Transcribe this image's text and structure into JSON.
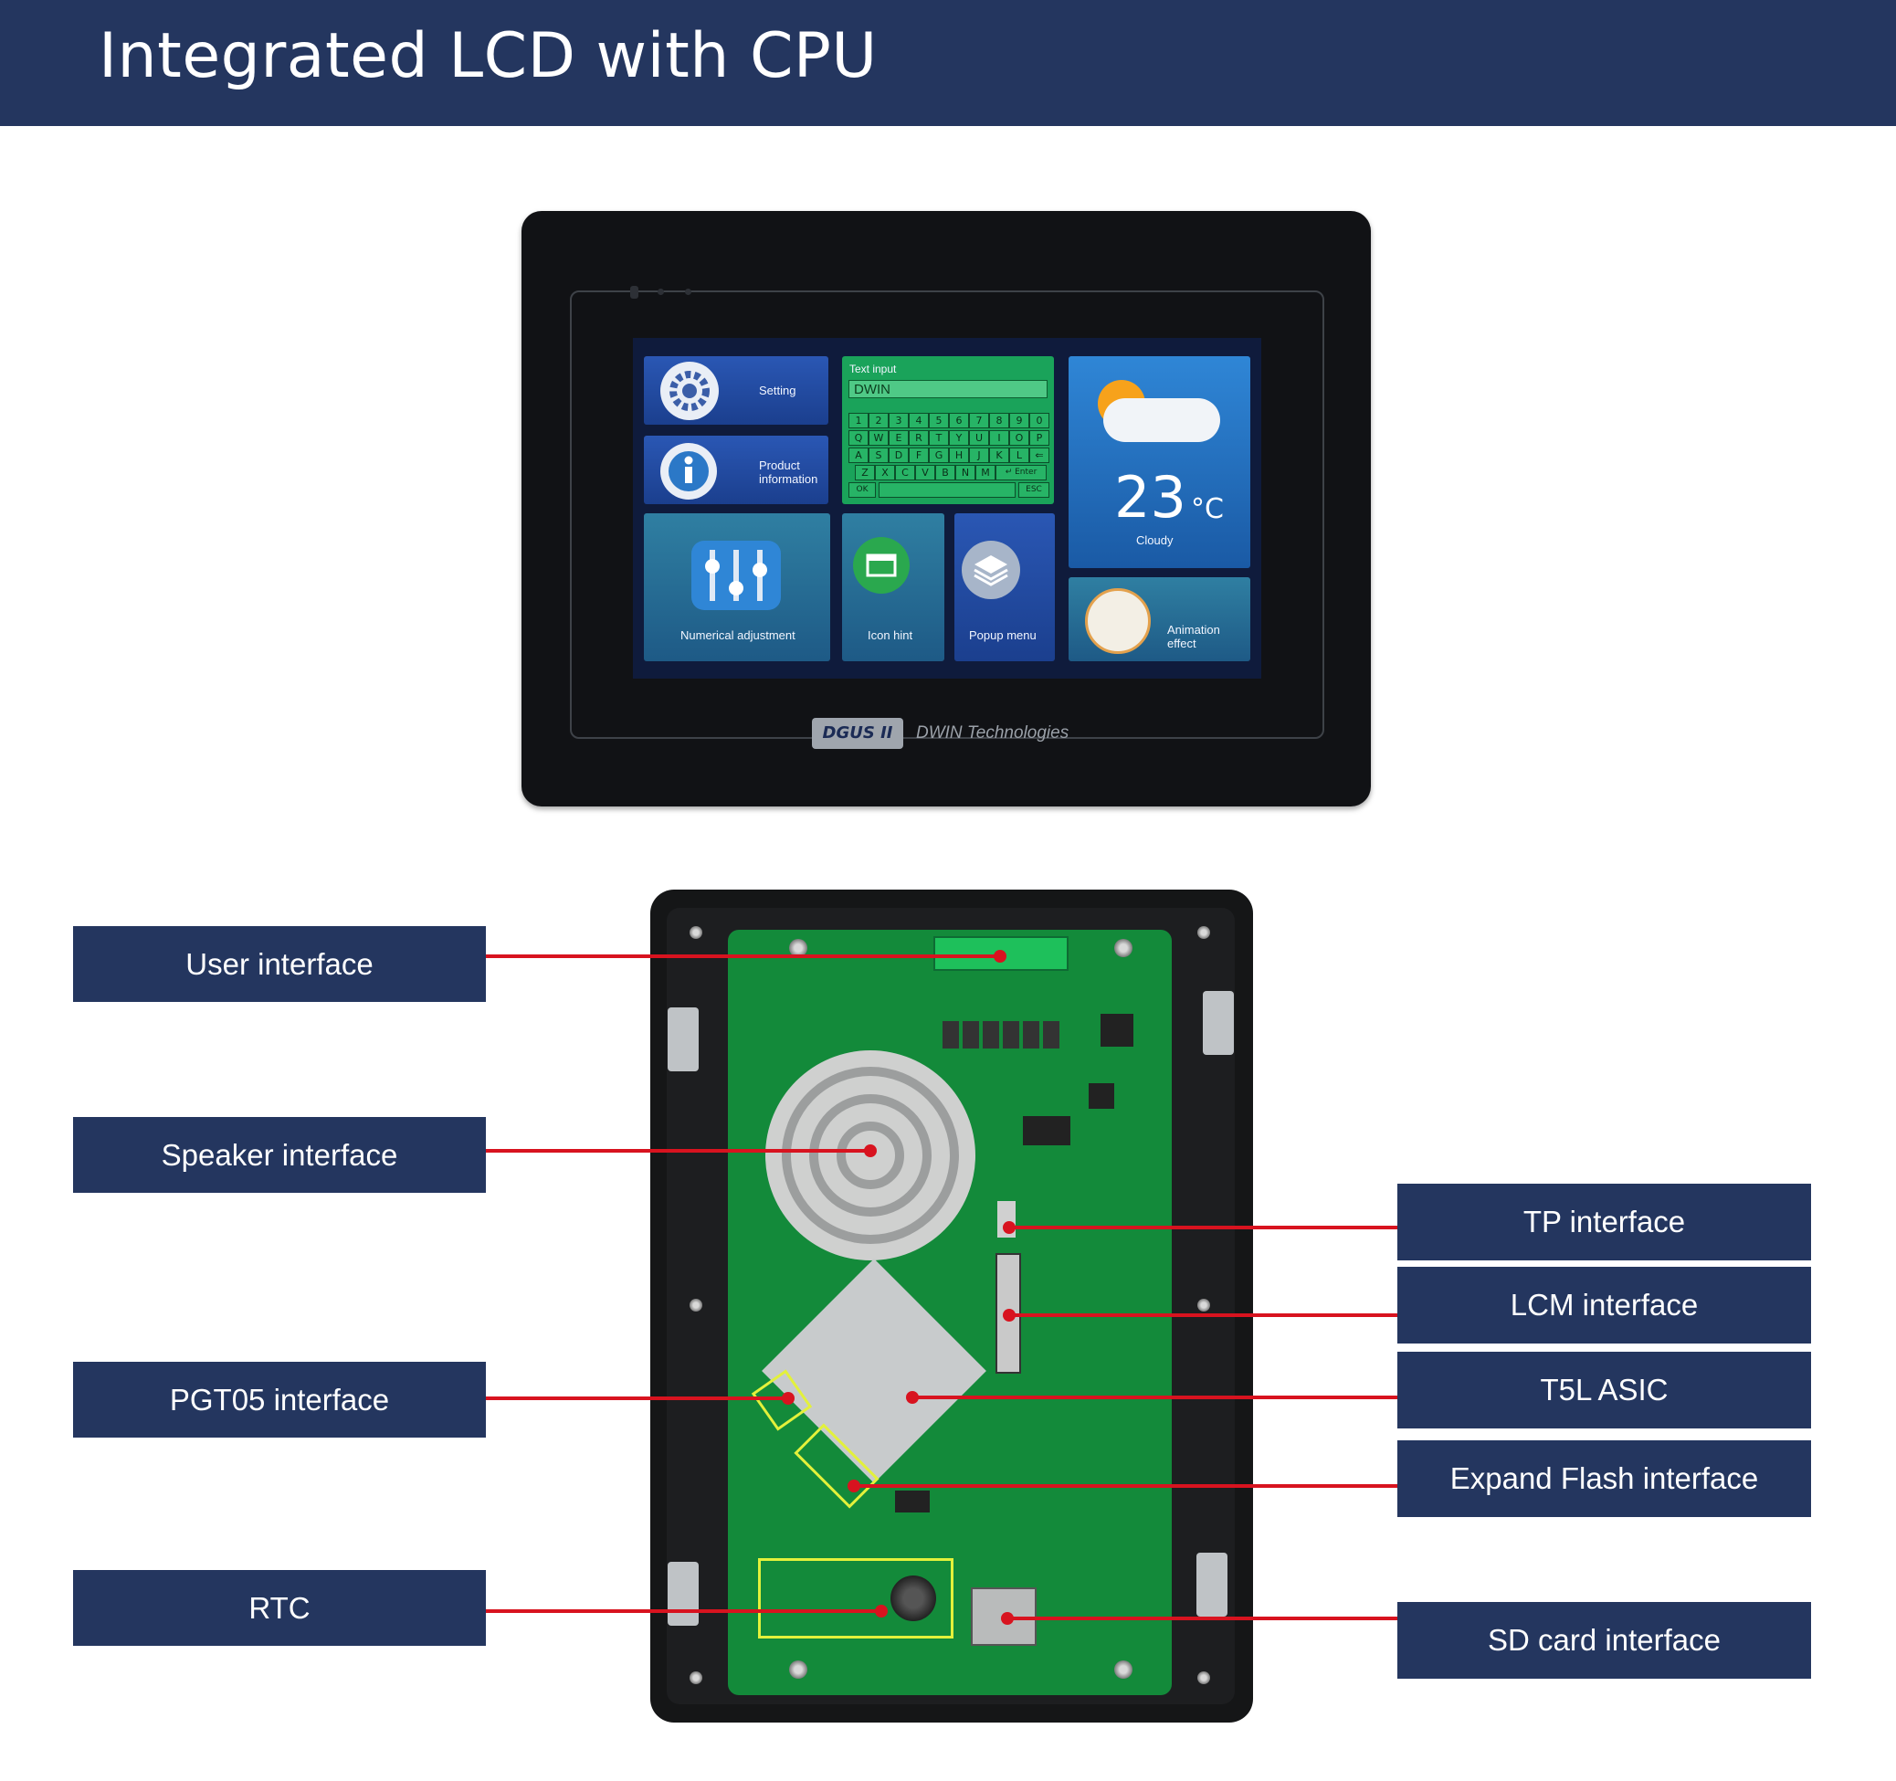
{
  "header": {
    "title": "Integrated LCD with CPU"
  },
  "screen_ui": {
    "setting": "Setting",
    "product_info": "Product information",
    "text_input": {
      "title": "Text input",
      "field_value": "DWIN",
      "keys_row1": [
        "1",
        "2",
        "3",
        "4",
        "5",
        "6",
        "7",
        "8",
        "9",
        "0"
      ],
      "keys_row2": [
        "Q",
        "W",
        "E",
        "R",
        "T",
        "Y",
        "U",
        "I",
        "O",
        "P"
      ],
      "keys_row3": [
        "A",
        "S",
        "D",
        "F",
        "G",
        "H",
        "J",
        "K",
        "L",
        "⇐"
      ],
      "keys_row4": [
        "Z",
        "X",
        "C",
        "V",
        "B",
        "N",
        "M",
        "↵ Enter"
      ],
      "ok": "OK",
      "esc": "ESC"
    },
    "weather": {
      "temperature": "23",
      "unit": "°C",
      "condition": "Cloudy"
    },
    "numerical_adjustment": "Numerical adjustment",
    "icon_hint": "Icon hint",
    "popup_menu": "Popup menu",
    "animation_effect": "Animation effect"
  },
  "brand": {
    "logo": "DGUS II",
    "company": "DWIN Technologies"
  },
  "callouts": {
    "left": [
      "User interface",
      "Speaker interface",
      "PGT05 interface",
      "RTC"
    ],
    "right": [
      "TP interface",
      "LCM interface",
      "T5L ASIC",
      "Expand Flash interface",
      "SD card interface"
    ]
  },
  "colors": {
    "header_bg": "#24365f",
    "label_bg": "#24365f",
    "leader_line": "#d8131f",
    "pcb_green": "#138a3a",
    "highlight": "#e3f13b"
  }
}
